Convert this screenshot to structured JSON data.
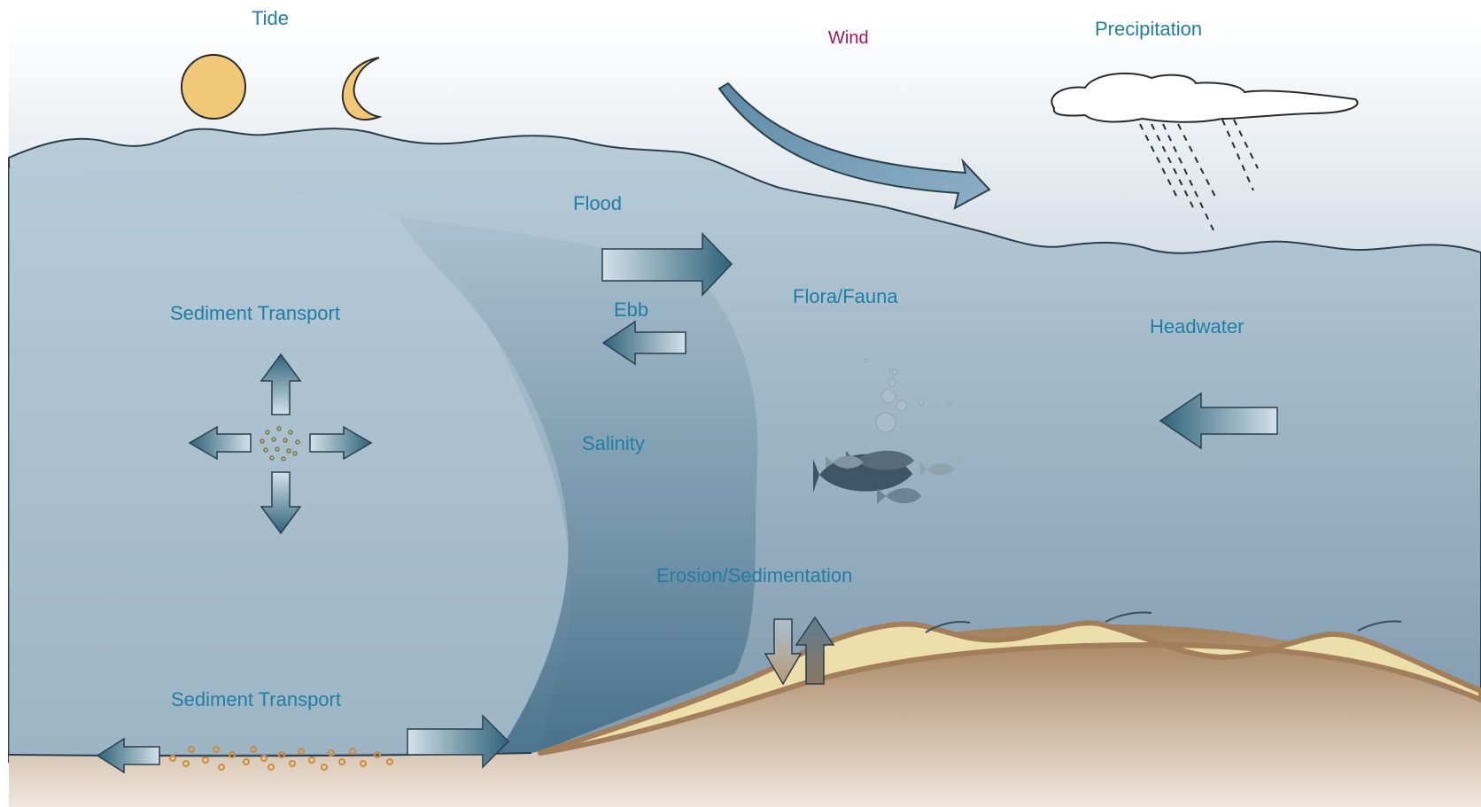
{
  "labels": {
    "tide": "Tide",
    "wind": "Wind",
    "precipitation": "Precipitation",
    "flood": "Flood",
    "ebb": "Ebb",
    "flora_fauna": "Flora/Fauna",
    "headwater": "Headwater",
    "sediment_transport_upper": "Sediment Transport",
    "salinity": "Salinity",
    "erosion_sedimentation": "Erosion/Sedimentation",
    "sediment_transport_lower": "Sediment Transport"
  },
  "colors": {
    "label_text": "#1f7ea3",
    "wind_label": "#b0104f",
    "sun_moon": "#f0c878",
    "water_light": "#b7ccda",
    "water_dark": "#7d98ac",
    "salt_wedge": "#4e7a93",
    "sand": "#ecdfac",
    "mud": "#a27f5a",
    "arrow_dark": "#2f6379"
  },
  "icons": [
    "sun-icon",
    "moon-icon",
    "cloud-icon",
    "wind-arrow-icon",
    "fish-icon",
    "bubbles-icon"
  ]
}
